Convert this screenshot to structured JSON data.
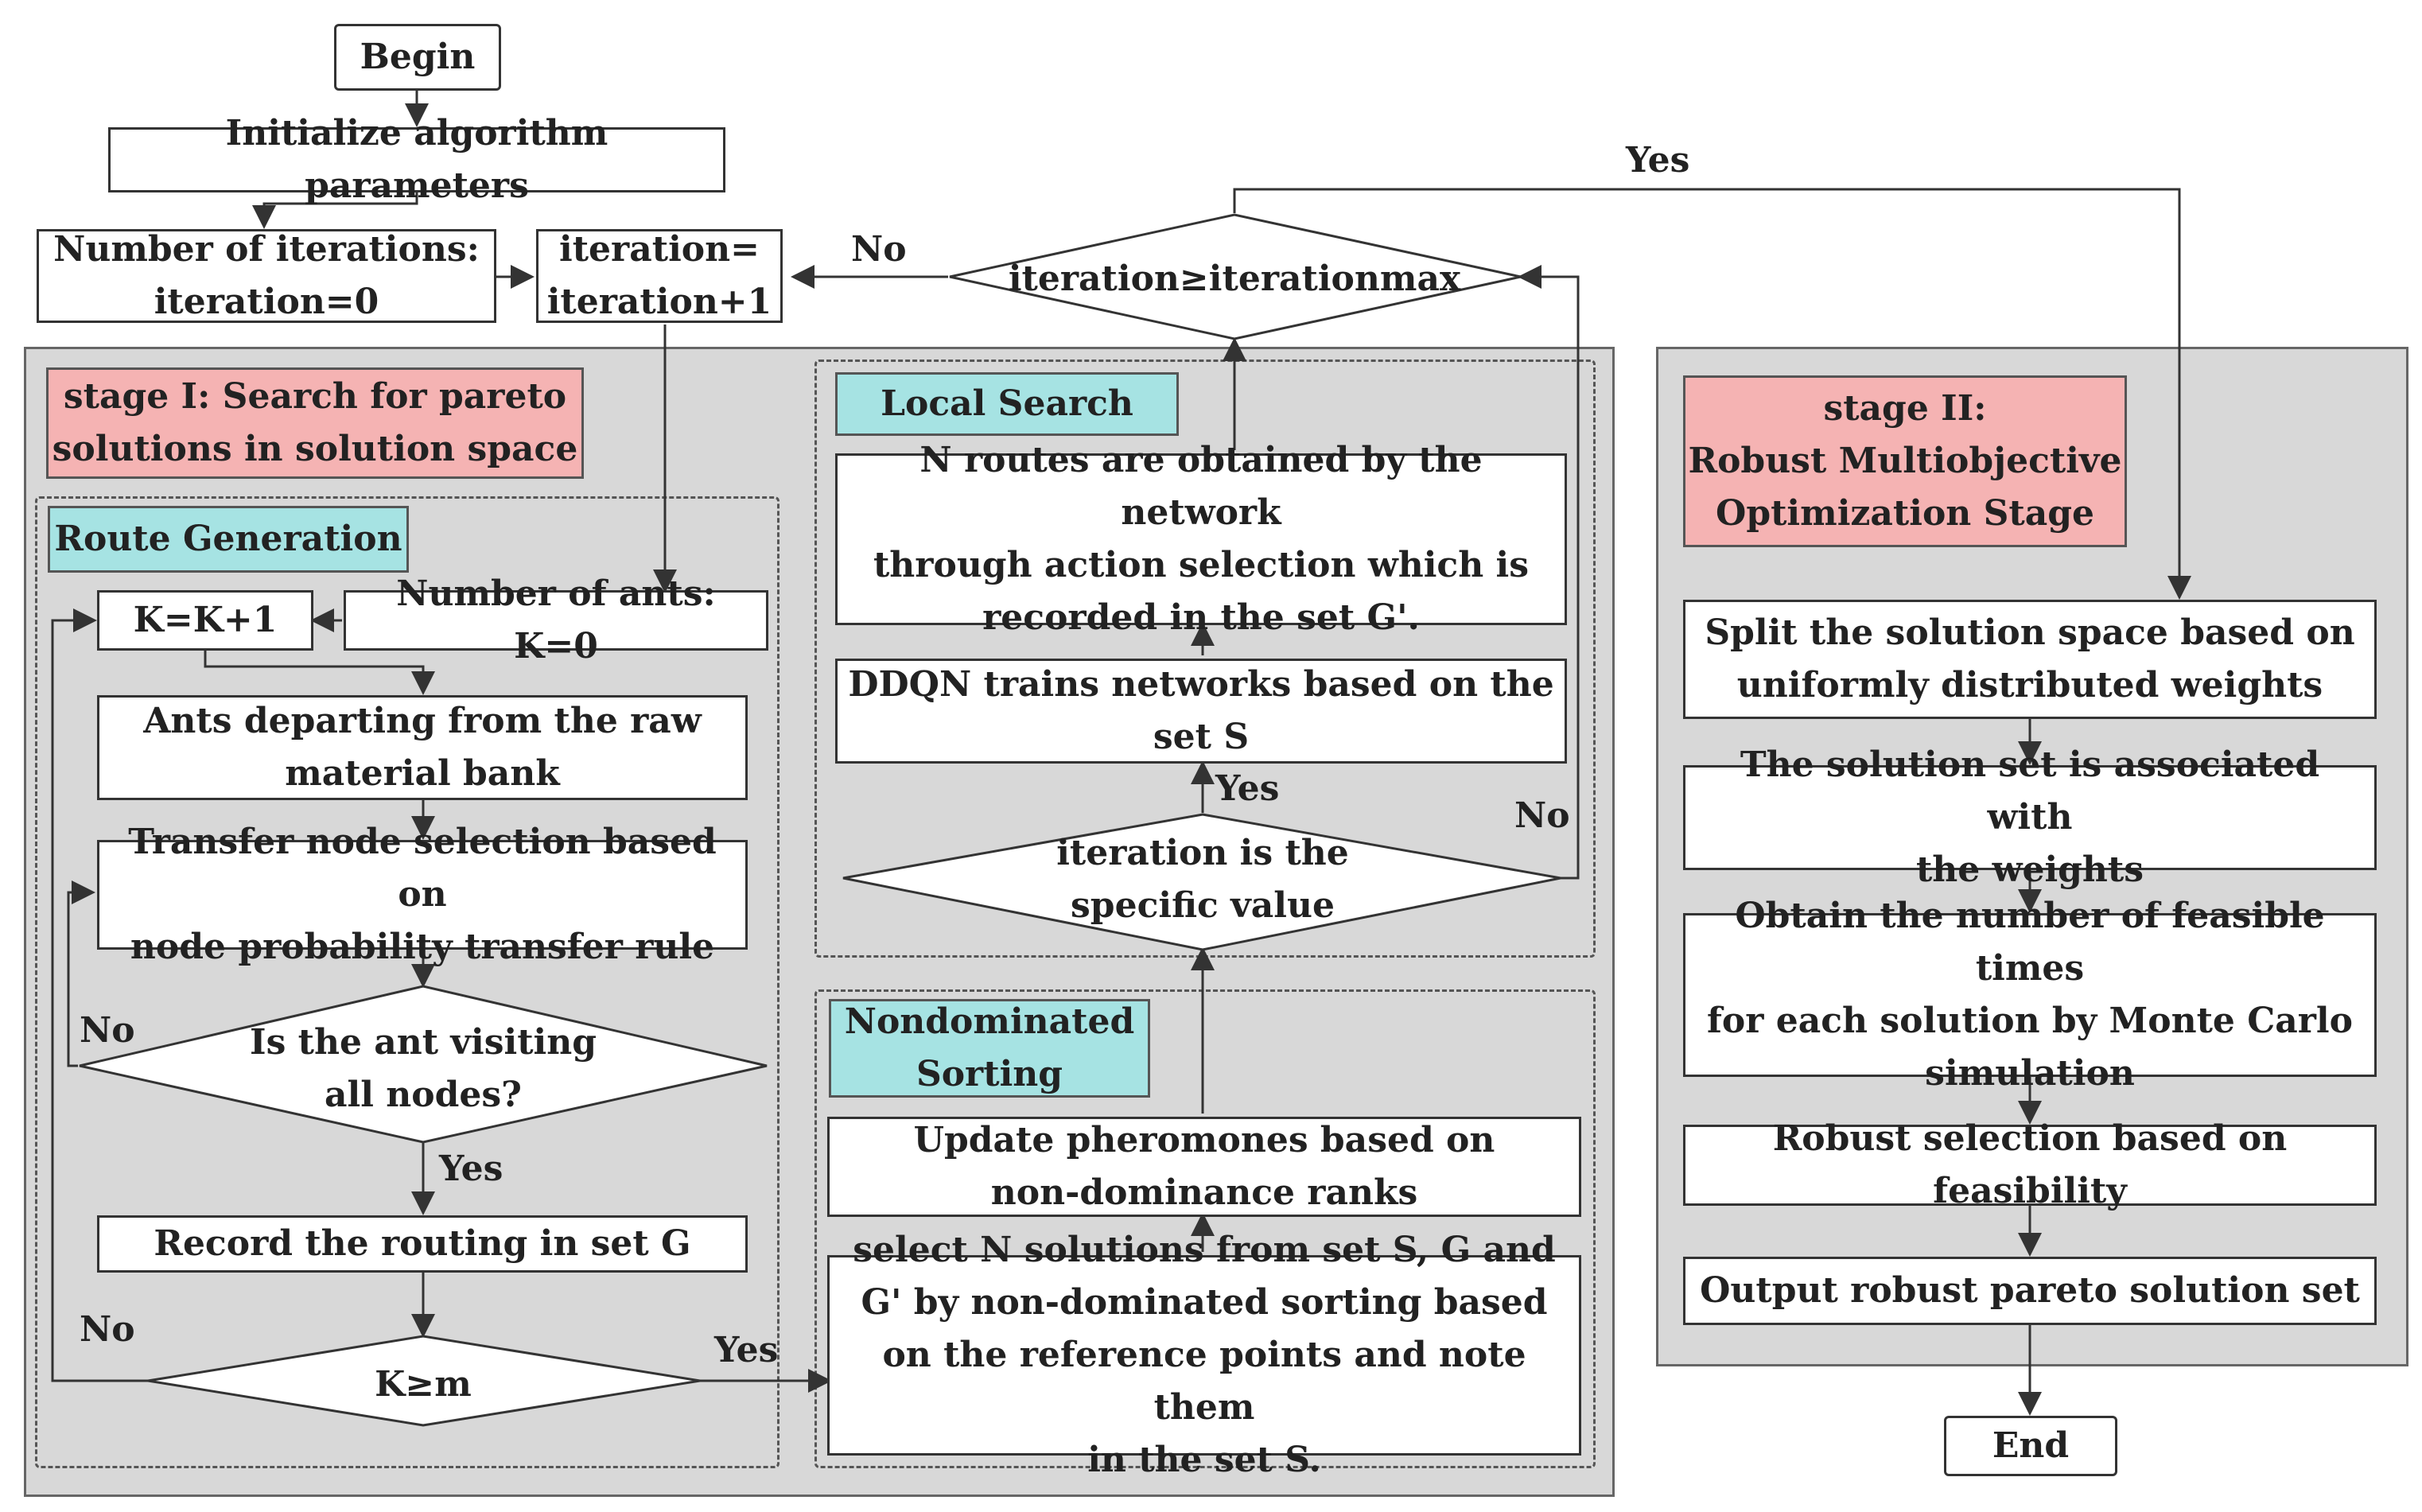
{
  "nodes": {
    "begin": "Begin",
    "init_params": "Initialize algorithm parameters",
    "num_iterations_l1": "Number of iterations:",
    "num_iterations_l2": "iteration=0",
    "iter_inc_l1": "iteration=",
    "iter_inc_l2": "iteration+1",
    "iter_max": "iteration≥iterationmax",
    "end": "End"
  },
  "stage1": {
    "label_l1": "stage I:  Search for pareto",
    "label_l2": "solutions in solution space",
    "route_generation": {
      "title": "Route Generation",
      "k_inc": "K=K+1",
      "num_ants": "Number of ants: K=0",
      "ants_depart_l1": "Ants departing from the raw",
      "ants_depart_l2": "material bank",
      "transfer_l1": "Transfer node selection based on",
      "transfer_l2": "node probability transfer rule",
      "visit_all_l1": "Is the ant visiting",
      "visit_all_l2": "all nodes?",
      "record": "Record the routing in set G",
      "k_ge_m": "K≥m"
    },
    "local_search": {
      "title": "Local Search",
      "n_routes_l1": "N routes are obtained by the network",
      "n_routes_l2": "through action selection which is",
      "n_routes_l3": "recorded in the set G'.",
      "ddqn_l1": "DDQN trains networks based on the",
      "ddqn_l2": "set S",
      "specific_l1": "iteration is the",
      "specific_l2": "specific value"
    },
    "nondominated": {
      "title_l1": "Nondominated",
      "title_l2": "Sorting",
      "update_l1": "Update pheromones based on",
      "update_l2": "non-dominance ranks",
      "select_l1": "select N solutions from set S, G and",
      "select_l2": "G' by non-dominated sorting based",
      "select_l3": "on the reference points and note them",
      "select_l4": "in the set S."
    }
  },
  "stage2": {
    "label_l1": "stage II:",
    "label_l2": "Robust Multiobjective",
    "label_l3": "Optimization Stage",
    "split_l1": "Split the solution space based on",
    "split_l2": "uniformly distributed weights",
    "assoc_l1": "The solution set is associated with",
    "assoc_l2": "the weights",
    "feasible_l1": "Obtain the number of feasible times",
    "feasible_l2": "for each solution by Monte Carlo",
    "feasible_l3": "simulation",
    "robust_select": "Robust selection based on feasibility",
    "output": "Output robust pareto solution set"
  },
  "edge_labels": {
    "yes_top": "Yes",
    "no_iter": "No",
    "no_visit": "No",
    "yes_visit": "Yes",
    "no_km": "No",
    "yes_km": "Yes",
    "yes_specific": "Yes",
    "no_specific": "No"
  },
  "colors": {
    "stage_label": "#f5b3b3",
    "section_label": "#a6e3e3",
    "panel": "#d8d8d8"
  }
}
